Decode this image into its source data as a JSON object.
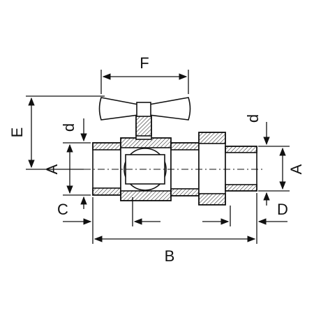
{
  "diagram": {
    "labels": {
      "F": "F",
      "E": "E",
      "d_left": "d",
      "d_right": "d",
      "A_left": "A",
      "A_right": "A",
      "C": "C",
      "D": "D",
      "B": "B"
    },
    "colors": {
      "line": "#111111",
      "handle_fill": "#ffffff",
      "background": "#ffffff"
    }
  }
}
